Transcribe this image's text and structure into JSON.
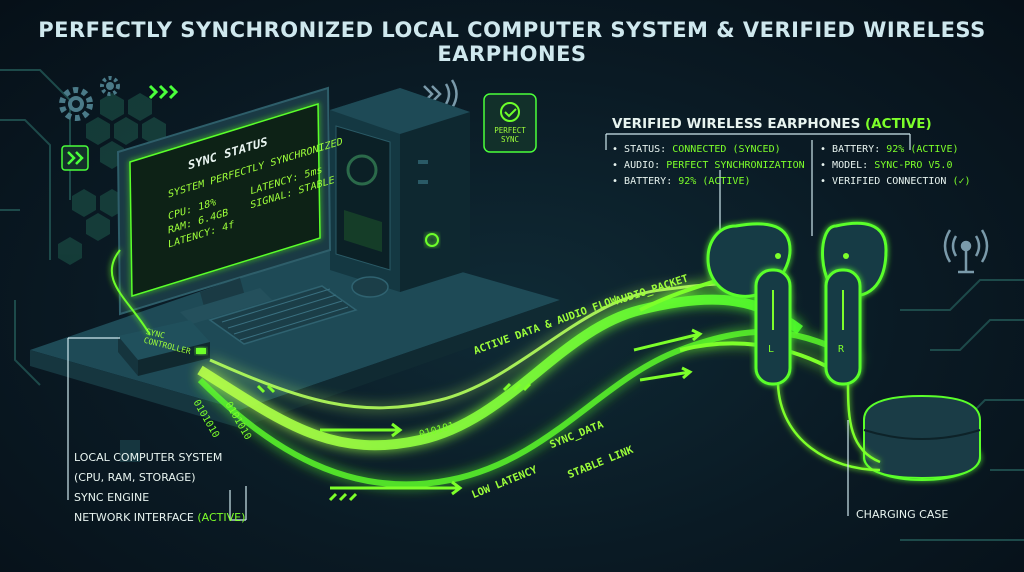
{
  "title": "PERFECTLY SYNCHRONIZED LOCAL COMPUTER SYSTEM & VERIFIED WIRELESS EARPHONES",
  "monitor": {
    "header": "SYNC STATUS",
    "system_line": "SYSTEM PERFECTLY SYNCHRONIZED",
    "cpu": "CPU: 18%",
    "ram": "RAM: 6.4GB",
    "latency_left": "LATENCY: 4f",
    "latency_right": "LATENCY: 5ms",
    "signal": "SIGNAL: STABLE"
  },
  "controller_label": "SYNC CONTROLLER",
  "perfect_sync_badge": "PERFECT SYNC",
  "earphones_panel": {
    "title": "VERIFIED WIRELESS EARPHONES",
    "title_status": "(ACTIVE)",
    "left_specs": [
      {
        "key": "STATUS:",
        "value": "CONNECTED (SYNCED)"
      },
      {
        "key": "AUDIO:",
        "value": "PERFECT SYNCHRONIZATION"
      },
      {
        "key": "BATTERY:",
        "value": "92% (ACTIVE)"
      }
    ],
    "right_specs": [
      {
        "key": "BATTERY:",
        "value": "92% (ACTIVE)"
      },
      {
        "key": "MODEL:",
        "value": "SYNC-PRO V5.0"
      },
      {
        "key": "VERIFIED CONNECTION",
        "value": "(✓)"
      }
    ]
  },
  "earbud_left": "L",
  "earbud_right": "R",
  "flow_labels": {
    "active_flow": "ACTIVE DATA & AUDIO FLOW",
    "audio_packet": "AUDIO_PACKET",
    "sync_data": "SYNC_DATA",
    "stable_link": "STABLE LINK",
    "low_latency": "LOW LATENCY",
    "binary_a": "0101010",
    "binary_b": "010101",
    "binary_c": "0101010"
  },
  "left_labels": {
    "line1": "LOCAL COMPUTER SYSTEM",
    "line2": "(CPU, RAM, STORAGE)",
    "line3": "SYNC ENGINE",
    "line4": "NETWORK INTERFACE",
    "line4_status": "(ACTIVE)"
  },
  "charging_case_label": "CHARGING CASE",
  "colors": {
    "accent": "#7dff2a",
    "background": "#0a1a24"
  }
}
